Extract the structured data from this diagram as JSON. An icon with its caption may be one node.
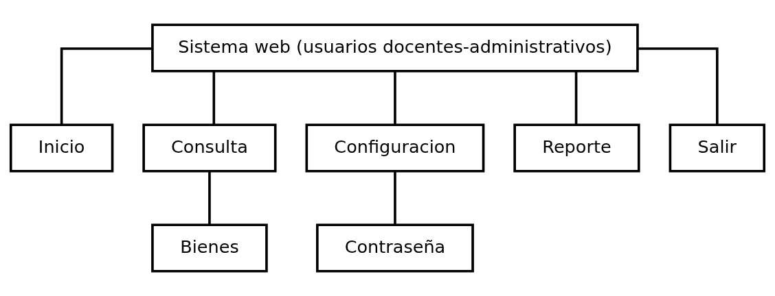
{
  "diagram": {
    "nodes": [
      {
        "text": [
          "Sistema web (usuarios docentes-administrativos)"
        ]
      },
      {
        "text": [
          "Inicio"
        ]
      },
      {
        "text": [
          "Consulta"
        ]
      },
      {
        "text": [
          "Configuracion"
        ]
      },
      {
        "text": [
          "Reporte"
        ]
      },
      {
        "text": [
          "Salir"
        ]
      },
      {
        "text": [
          "Bienes"
        ]
      },
      {
        "text": [
          "Contraseña"
        ]
      }
    ],
    "edges": [
      {
        "from": 0,
        "to": 1,
        "arrow": "none"
      },
      {
        "from": 0,
        "to": 2,
        "arrow": "none"
      },
      {
        "from": 0,
        "to": 3,
        "arrow": "none"
      },
      {
        "from": 0,
        "to": 4,
        "arrow": "none"
      },
      {
        "from": 0,
        "to": 5,
        "arrow": "none"
      },
      {
        "from": 2,
        "to": 6,
        "arrow": "none"
      },
      {
        "from": 3,
        "to": 7,
        "arrow": "none"
      }
    ]
  }
}
